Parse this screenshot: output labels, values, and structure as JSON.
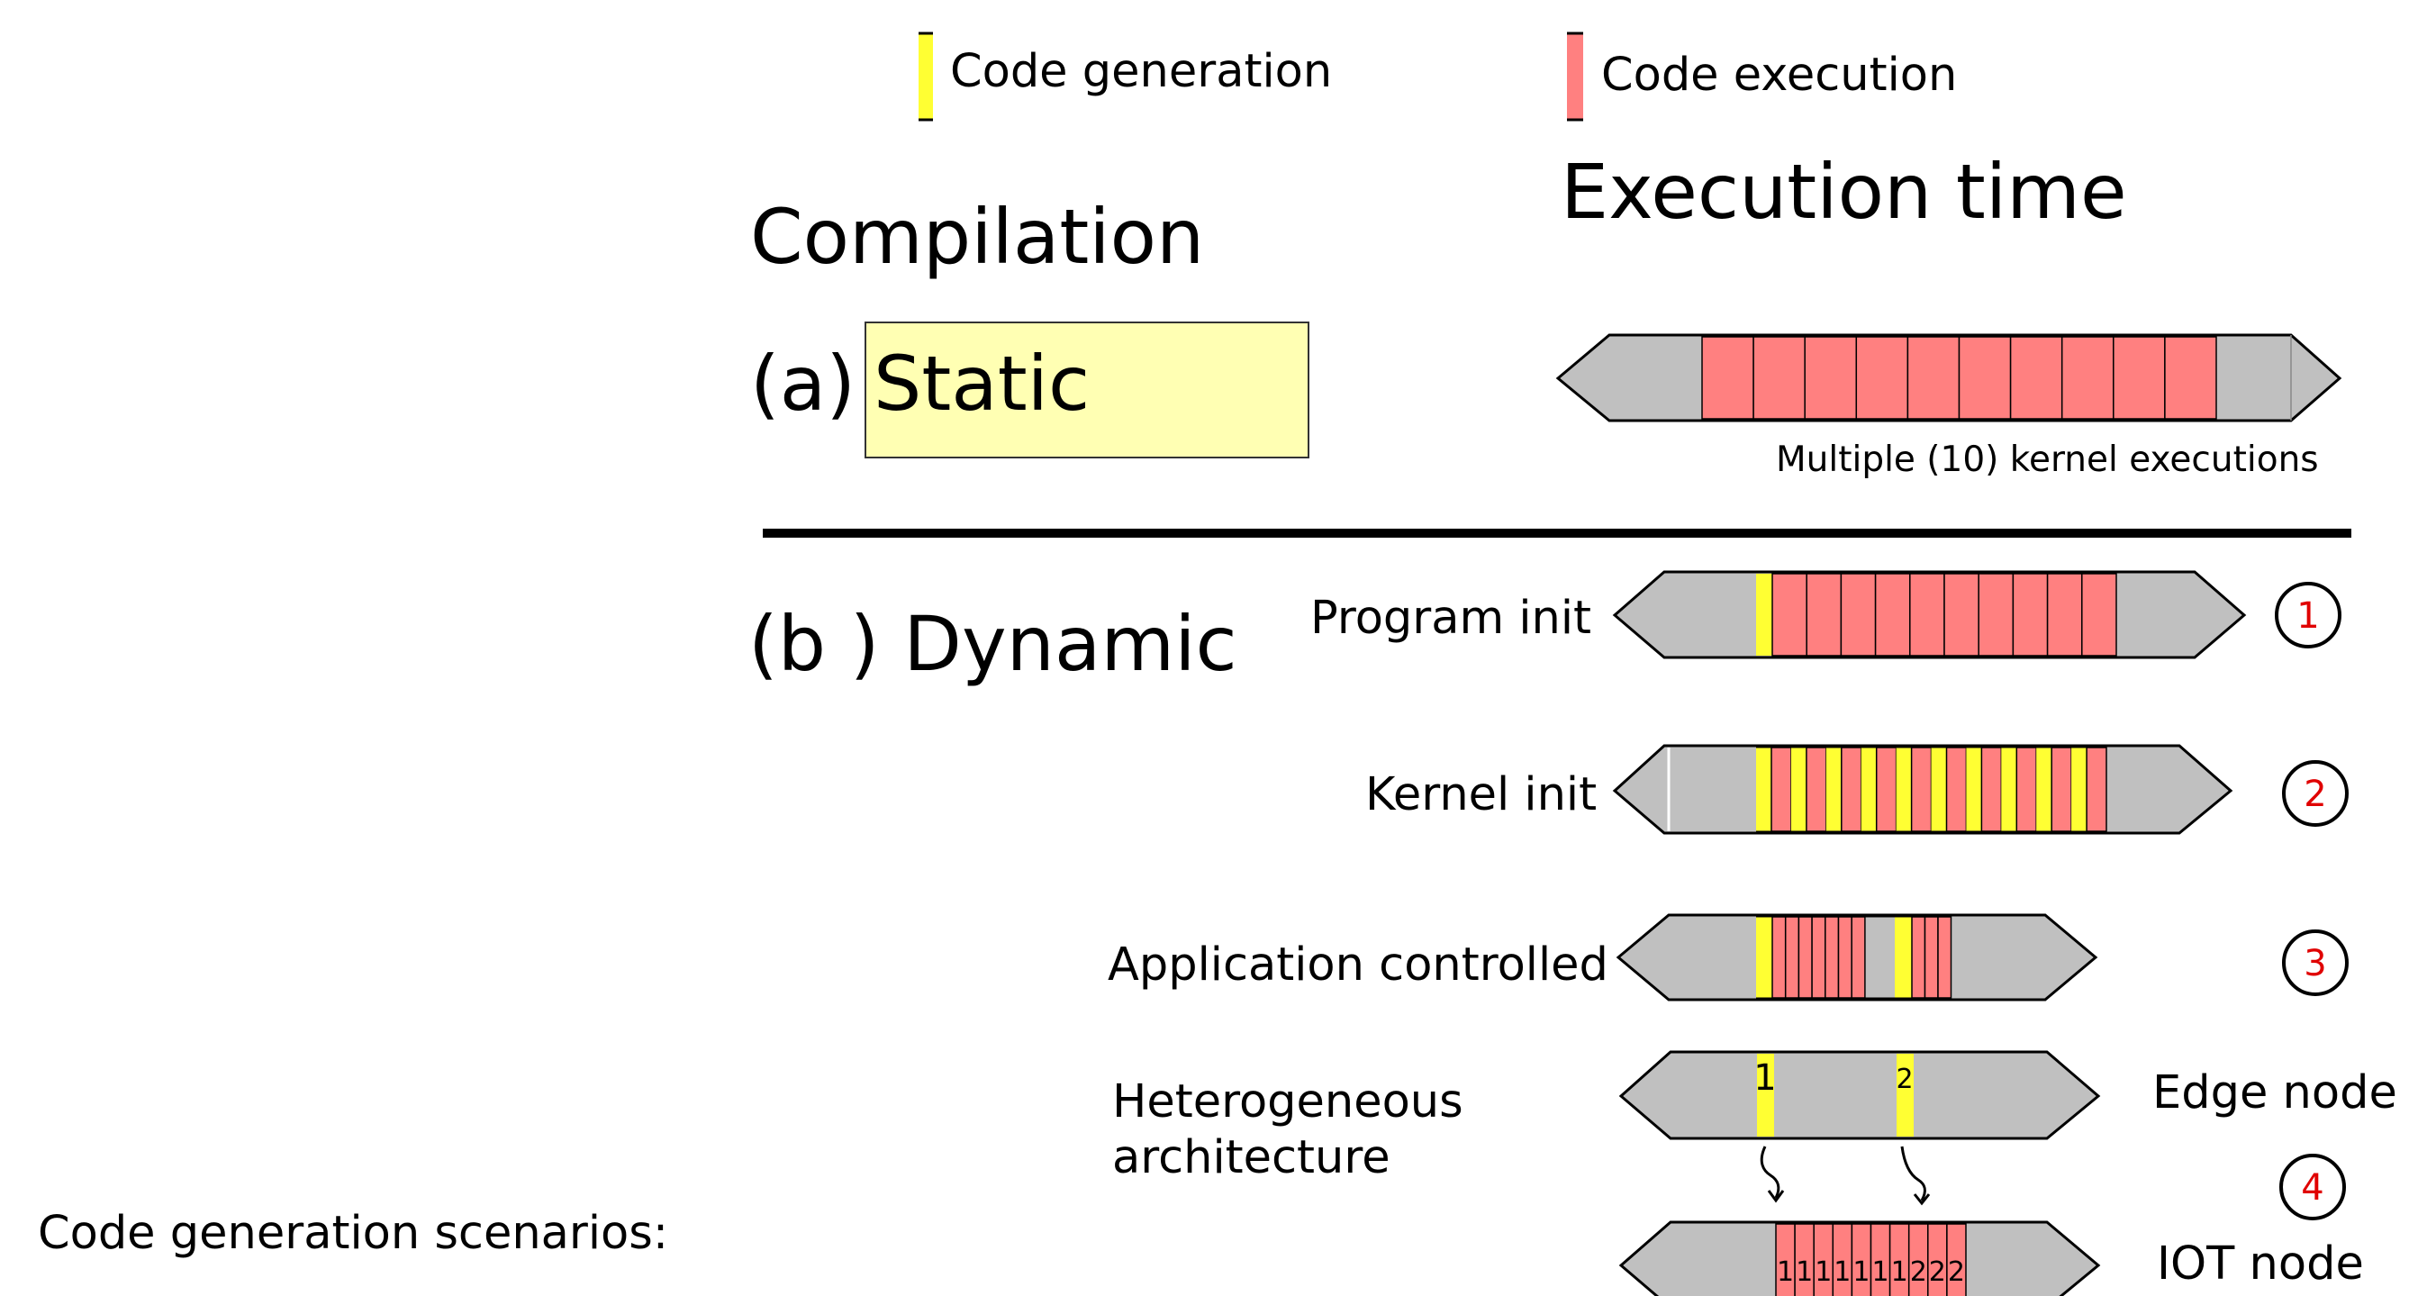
{
  "colors": {
    "code_generation": "#ffff33",
    "code_execution": "#ff8080",
    "timeline_fill": "#c0c0c0",
    "static_box": "#ffffb3",
    "badge_number": "#e00000"
  },
  "legend": {
    "generation_label": "Code generation",
    "execution_label": "Code execution"
  },
  "headings": {
    "compilation": "Compilation",
    "execution_time": "Execution time"
  },
  "static": {
    "prefix": "(a)",
    "label": "Static",
    "caption": "Multiple (10) kernel executions",
    "kernel_count": 10
  },
  "dynamic": {
    "label": "(b ) Dynamic",
    "scenarios": [
      {
        "label": "Program init",
        "badge": "1"
      },
      {
        "label": "Kernel init",
        "badge": "2"
      },
      {
        "label": "Application controlled",
        "badge": "3"
      },
      {
        "label_line1": "Heterogeneous",
        "label_line2": "architecture",
        "badge": "4",
        "edge_label": "Edge node",
        "iot_label": "IOT node",
        "edge_markers": [
          "1",
          "2"
        ],
        "iot_cells": [
          "1",
          "1",
          "1",
          "1",
          "1",
          "1",
          "1",
          "2",
          "2",
          "2"
        ]
      }
    ]
  },
  "footer": {
    "label": "Code generation scenarios:"
  }
}
